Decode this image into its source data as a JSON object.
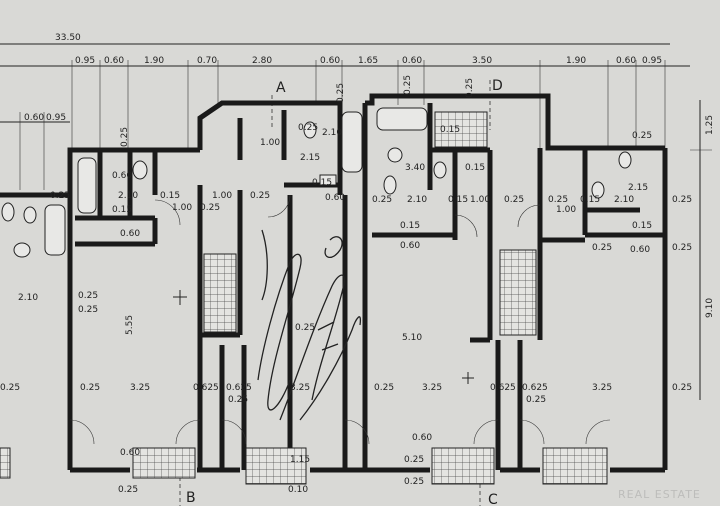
{
  "plan": {
    "overall_width": "33.50",
    "top_dims": [
      "0.95",
      "0.60",
      "1.90",
      "0.70",
      "2.80",
      "0.60",
      "1.65",
      "0.60",
      "3.50",
      "1.90",
      "0.60",
      "0.95"
    ],
    "left_top_dims": [
      "0.60",
      "0.95"
    ],
    "right_dims": [
      "1.25",
      "9.10"
    ],
    "section_marks": [
      "A",
      "D",
      "B",
      "C"
    ],
    "room_dims": {
      "d0_60a": "0.60",
      "d0_60b": "0.60",
      "d0_60c": "0.60",
      "d0_60d": "0.60",
      "d0_60e": "0.60",
      "d0_60f": "0.60",
      "d0_60g": "0.60",
      "d0_25a": "0.25",
      "d0_25b": "0.25",
      "d0_25c": "0.25",
      "d0_25d": "0.25",
      "d0_25e": "0.25",
      "d0_25f": "0.25",
      "d0_25g": "0.25",
      "d0_25h": "0.25",
      "d0_25i": "0.25",
      "d0_25j": "0.25",
      "d0_25k": "0.25",
      "d0_25l": "0.25",
      "d0_25m": "0.25",
      "d0_25n": "0.25",
      "d0_25o": "0.25",
      "d0_25p": "0.25",
      "d0_25q": "0.25",
      "d0_25r": "0.25",
      "d0_25s": "0.25",
      "d0_25t": "0.25",
      "d0_25u": "0.25",
      "d0_25v": "0.25",
      "d0_25w": "0.25",
      "d0_25x": "0.25",
      "d0_25y": "0.25",
      "d0_25z": "0.25",
      "d0_25aa": "0.25",
      "d0_15a": "0.15",
      "d0_15b": "0.15",
      "d0_15c": "0.15",
      "d0_15d": "0.15",
      "d0_15e": "0.15",
      "d0_15f": "0.15",
      "d0_15g": "0.15",
      "d0_15h": "0.15",
      "d1_00a": "1.00",
      "d1_00b": "1.00",
      "d1_00c": "1.00",
      "d1_00d": "1.00",
      "d1_00e": "1.00",
      "d2_10a": "2.10",
      "d2_10b": "2.10",
      "d2_10c": "2.10",
      "d2_10d": "2.10",
      "d2_10e": "2.10",
      "d2_15a": "2.15",
      "d2_15b": "2.15",
      "d3_40": "3.40",
      "d5_55": "5.55",
      "d5_10": "5.10",
      "d3_25a": "3.25",
      "d3_25b": "3.25",
      "d3_25c": "3.25",
      "d3_25d": "3.25",
      "d0_625a": "0.625",
      "d0_625b": "0.625",
      "d0_625c": "0.625",
      "d0_625d": "0.625",
      "d0_10": "0.10",
      "d1_15": "1.15"
    },
    "watermark": "REAL ESTATE"
  }
}
